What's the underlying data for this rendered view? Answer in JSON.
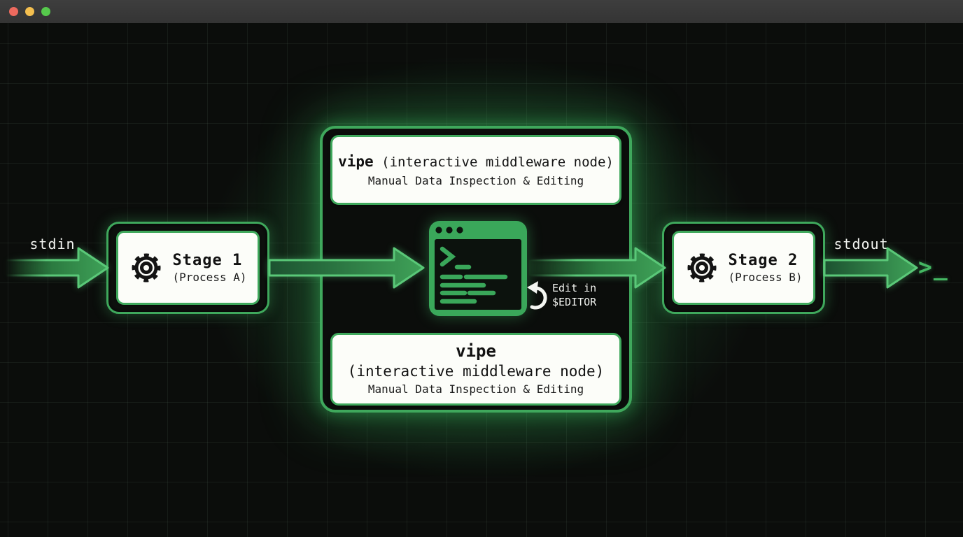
{
  "window": {
    "titlebar": {
      "traffic_light_colors": {
        "close": "#ed6a5e",
        "minimize": "#f4bf4f",
        "zoom": "#56c94c"
      }
    }
  },
  "diagram": {
    "io": {
      "stdin_label": "stdin",
      "stdout_label": "stdout",
      "terminal_prompt": ">_"
    },
    "stage1": {
      "title": "Stage 1",
      "subtitle": "(Process A)"
    },
    "stage2": {
      "title": "Stage 2",
      "subtitle": "(Process B)"
    },
    "vipe": {
      "top_label": {
        "name": "vipe",
        "descriptor": "(interactive middleware node)",
        "subtitle": "Manual Data Inspection & Editing"
      },
      "bottom_label": {
        "name": "vipe",
        "descriptor": "(interactive middleware node)",
        "subtitle": "Manual Data Inspection & Editing"
      },
      "editor_note": {
        "line1": "Edit in",
        "line2": "$EDITOR"
      }
    },
    "colors": {
      "accent_green": "#3fa85c",
      "arrow_outline": "#5ac878",
      "arrow_fill_dark": "#17471f",
      "arrow_fill_bright": "#3fa258",
      "card_background": "#fcfdf9",
      "canvas_background": "#0b0d0b",
      "label_text": "#f2f4f0"
    }
  }
}
